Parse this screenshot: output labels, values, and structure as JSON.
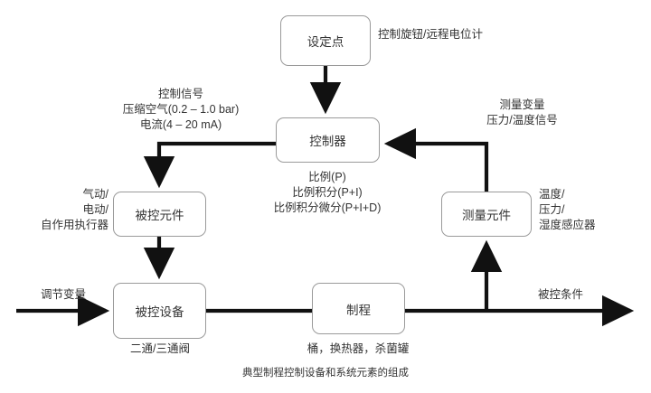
{
  "diagram": {
    "caption": "典型制程控制设备和系统元素的组成",
    "boxes": {
      "setpoint": "设定点",
      "controller": "控制器",
      "controlled_element": "被控元件",
      "measuring_element": "测量元件",
      "controlled_device": "被控设备",
      "process": "制程"
    },
    "labels": {
      "setpoint_note": "控制旋钮/远程电位计",
      "control_signal_line1": "控制信号",
      "control_signal_line2": "压缩空气(0.2 – 1.0 bar)",
      "control_signal_line3": "电流(4 – 20 mA)",
      "measured_variable_line1": "测量变量",
      "measured_variable_line2": "压力/温度信号",
      "controller_modes_line1": "比例(P)",
      "controller_modes_line2": "比例积分(P+I)",
      "controller_modes_line3": "比例积分微分(P+I+D)",
      "actuator_line1": "气动/",
      "actuator_line2": "电动/",
      "actuator_line3": "自作用执行器",
      "sensor_line1": "温度/",
      "sensor_line2": "压力/",
      "sensor_line3": "湿度感应器",
      "manipulated_variable": "调节变量",
      "valve_note": "二通/三通阀",
      "process_note": "桶，换热器，杀菌罐",
      "controlled_condition": "被控条件"
    },
    "colors": {
      "line": "#111111",
      "box_border": "#9a9a9a",
      "text": "#333333",
      "background": "#ffffff"
    }
  }
}
